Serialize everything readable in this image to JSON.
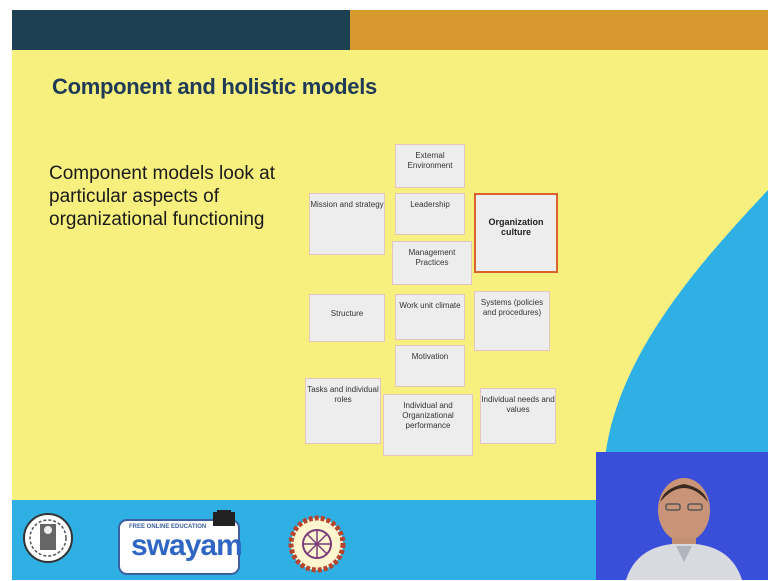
{
  "slide": {
    "title": "Component and holistic models",
    "body": "Component models look at particular aspects of organizational functioning"
  },
  "diagram": {
    "external_environment": "External Environment",
    "mission_strategy": "Mission and strategy",
    "leadership": "Leadership",
    "organization_culture": "Organization culture",
    "management_practices": "Management Practices",
    "structure": "Structure",
    "work_unit_climate": "Work unit climate",
    "systems": "Systems (policies and procedures)",
    "motivation": "Motivation",
    "tasks_roles": "Tasks and individual roles",
    "individual_performance": "Individual and Organizational performance",
    "individual_needs": "Individual needs and values"
  },
  "footer": {
    "swayam_top": "FREE ONLINE EDUCATION",
    "swayam_brand": "swayam"
  },
  "colors": {
    "slide_bg": "#f7f07f",
    "bar_dark": "#1d4152",
    "bar_gold": "#d89a2e",
    "footer_blue": "#2fb0e4",
    "highlight": "#d9632a"
  }
}
